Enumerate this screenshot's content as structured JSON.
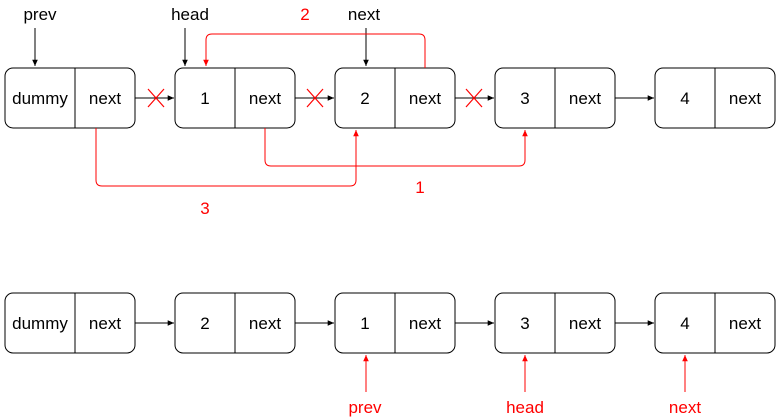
{
  "colors": {
    "black": "#000000",
    "red": "#ff0000",
    "node_fill": "#ffffff"
  },
  "top_row": {
    "nodes": [
      {
        "value": "dummy",
        "next": "next"
      },
      {
        "value": "1",
        "next": "next"
      },
      {
        "value": "2",
        "next": "next"
      },
      {
        "value": "3",
        "next": "next"
      },
      {
        "value": "4",
        "next": "next"
      }
    ],
    "pointers": {
      "prev": "prev",
      "head": "head",
      "next": "next"
    },
    "steps": {
      "step1": "1",
      "step2": "2",
      "step3": "3"
    },
    "removed_links": [
      "dummy→1",
      "1→2",
      "2→3"
    ]
  },
  "bottom_row": {
    "nodes": [
      {
        "value": "dummy",
        "next": "next"
      },
      {
        "value": "2",
        "next": "next"
      },
      {
        "value": "1",
        "next": "next"
      },
      {
        "value": "3",
        "next": "next"
      },
      {
        "value": "4",
        "next": "next"
      }
    ],
    "pointers": {
      "prev": "prev",
      "head": "head",
      "next": "next"
    }
  }
}
